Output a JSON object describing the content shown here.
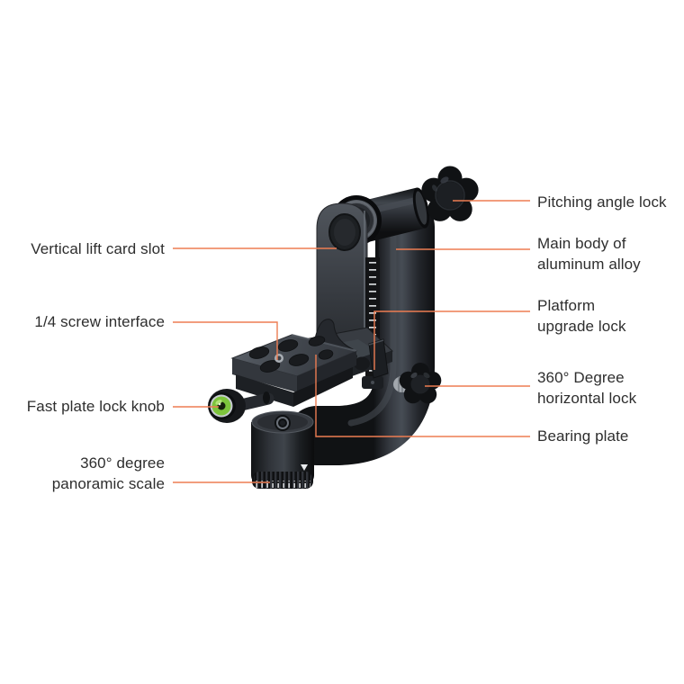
{
  "diagram": {
    "subject": "panoramic gimbal tripod head",
    "background_color": "#ffffff",
    "connector_color": "#ED7D52",
    "text_color": "#2e2e2e",
    "bubble_level_color": "#7dc43c"
  },
  "labels": {
    "left": [
      {
        "name": "vertical-lift-card-slot",
        "lines": [
          "Vertical lift card slot"
        ]
      },
      {
        "name": "quarter-screw-interface",
        "lines": [
          "1/4 screw interface"
        ]
      },
      {
        "name": "fast-plate-lock-knob",
        "lines": [
          "Fast plate lock knob"
        ]
      },
      {
        "name": "panoramic-scale",
        "lines": [
          "360° degree",
          "panoramic scale"
        ]
      }
    ],
    "right": [
      {
        "name": "pitching-angle-lock",
        "lines": [
          "Pitching angle lock"
        ]
      },
      {
        "name": "main-body",
        "lines": [
          "Main body of",
          "aluminum alloy"
        ]
      },
      {
        "name": "platform-upgrade-lock",
        "lines": [
          "Platform",
          "upgrade lock"
        ]
      },
      {
        "name": "horizontal-lock",
        "lines": [
          "360° Degree",
          "horizontal lock"
        ]
      },
      {
        "name": "bearing-plate",
        "lines": [
          "Bearing plate"
        ]
      }
    ]
  }
}
